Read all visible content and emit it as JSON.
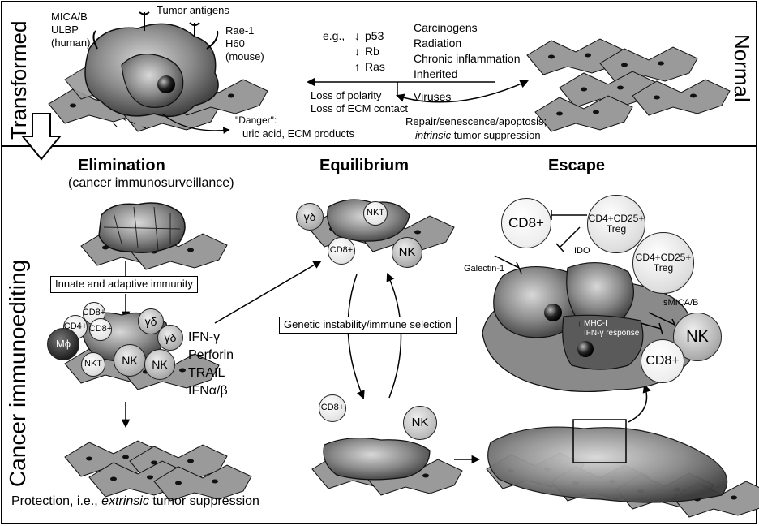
{
  "panel_top": {
    "side_left": "Transformed",
    "side_right": "Normal",
    "ligands_human": [
      "MICA/B",
      "ULBP",
      "(human)"
    ],
    "tumor_antigens": "Tumor antigens",
    "ligands_mouse": [
      "Rae-1",
      "H60",
      "(mouse)"
    ],
    "danger_line1": "\"Danger\":",
    "danger_line2": "uric acid, ECM products",
    "mutations_prefix": "e.g.,",
    "mutations": [
      "p53",
      "Rb",
      "Ras"
    ],
    "causes": [
      "Carcinogens",
      "Radiation",
      "Chronic inflammation",
      "Inherited",
      "Viruses"
    ],
    "loss": [
      "Loss of polarity",
      "Loss of ECM contact"
    ],
    "repair_line1": "Repair/senescence/apoptosis;",
    "repair_line2_em": "intrinsic",
    "repair_line2_rest": " tumor suppression"
  },
  "panel_bottom": {
    "side_label": "Cancer immunoediting",
    "elimination_title": "Elimination",
    "elimination_subtitle": "(cancer immunosurveillance)",
    "innate_box": "Innate and adaptive immunity",
    "effector_cells": [
      "CD4+",
      "CD8+",
      "CD8+",
      "γδ",
      "γδ",
      "Mϕ",
      "NKT",
      "NK",
      "NK"
    ],
    "effector_molecules": [
      "IFN-γ",
      "Perforin",
      "TRAIL",
      "IFNα/β"
    ],
    "protection_prefix": "Protection, i.e., ",
    "protection_em": "extrinsic",
    "protection_suffix": " tumor suppression",
    "equilibrium_title": "Equilibrium",
    "equilibrium_cells": [
      "γδ",
      "NKT",
      "CD8+",
      "NK"
    ],
    "genetic_box": "Genetic instability/immune selection",
    "equilibrium_lower_cells": [
      "CD8+",
      "NK"
    ],
    "escape_title": "Escape",
    "escape_cells": [
      "CD8+",
      "CD4+CD25+ Treg",
      "CD4+CD25+ Treg",
      "NK",
      "CD8+"
    ],
    "escape_labels": [
      "IDO",
      "Galectin-1",
      "sMICA/B",
      "MHC-I",
      "IFN-γ response"
    ]
  }
}
